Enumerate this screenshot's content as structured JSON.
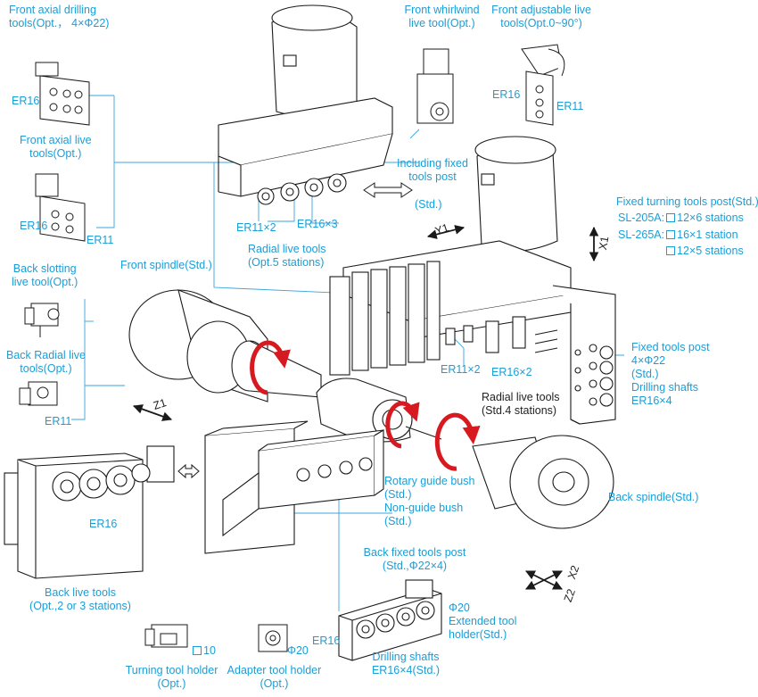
{
  "colors": {
    "label": "#1a9ed8",
    "arrow_red": "#d71a20",
    "line": "#1a1a1a",
    "leader": "#3aa6dc"
  },
  "labels": {
    "front_axial_drilling_1": "Front axial drilling",
    "front_axial_drilling_2": "tools(Opt.，  4×Φ22)",
    "er16_a": "ER16",
    "front_axial_live_1": "Front axial live",
    "front_axial_live_2": "tools(Opt.)",
    "er16_b": "ER16",
    "er11_b": "ER11",
    "back_slotting_1": "Back slotting",
    "back_slotting_2": "live tool(Opt.)",
    "back_radial_1": "Back Radial live",
    "back_radial_2": "tools(Opt.)",
    "er11_c": "ER11",
    "er16_c": "ER16",
    "back_live_1": "Back live tools",
    "back_live_2": "(Opt.,2 or 3 stations)",
    "turning_10": "10",
    "turning_1": "Turning tool holder",
    "turning_2": "(Opt.)",
    "adapter_phi": "Φ20",
    "adapter_1": "Adapter tool holder",
    "adapter_2": "(Opt.)",
    "er16_d": "ER16",
    "drilling_bottom_1": "Drilling shafts",
    "drilling_bottom_2": "ER16×4(Std.)",
    "back_fixed_1": "Back fixed tools post",
    "back_fixed_2": "(Std.,Φ22×4)",
    "extended_1": "Φ20",
    "extended_2": "Extended tool",
    "extended_3": "holder(Std.)",
    "rotary_1": "Rotary guide bush",
    "rotary_2": "(Std.)",
    "rotary_3": "Non-guide bush",
    "rotary_4": "(Std.)",
    "back_spindle": "Back spindle(Std.)",
    "front_spindle": "Front spindle(Std.)",
    "axis_z1": "Z1",
    "axis_y1": "Y1",
    "axis_x1": "X1",
    "axis_x2": "X2",
    "axis_z2": "Z2",
    "er11x2_top": "ER11×2",
    "er16x3_top": "ER16×3",
    "radial_opt_1": "Radial live tools",
    "radial_opt_2": "(Opt.5 stations)",
    "front_whirlwind_1": "Front whirlwind",
    "front_whirlwind_2": "live tool(Opt.)",
    "front_adjustable_1": "Front adjustable live",
    "front_adjustable_2": "tools(Opt.0~90°)",
    "er16_top_right": "ER16",
    "er11_top_right": "ER11",
    "including_fixed_1": "Including fixed",
    "including_fixed_2": "tools post",
    "including_fixed_3": "(Std.)",
    "fixed_turning_1": "Fixed turning tools post(Std.)",
    "sl205": "SL-205A:",
    "sl205_val": "12×6 stations",
    "sl265": "SL-265A:",
    "sl265_val1": "16×1 station",
    "sl265_val2": "12×5 stations",
    "er11x2_mid": "ER11×2",
    "er16x2_mid": "ER16×2",
    "radial_std_1": "Radial live tools",
    "radial_std_2": "(Std.4 stations)",
    "fixed_post_1": "Fixed tools post",
    "fixed_post_2": "4×Φ22",
    "fixed_post_3": "(Std.)",
    "fixed_post_4": "Drilling shafts",
    "fixed_post_5": "ER16×4"
  }
}
